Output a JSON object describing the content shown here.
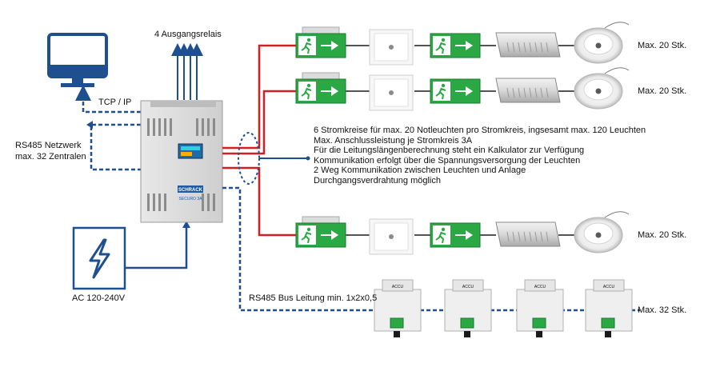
{
  "labels": {
    "relays": "4 Ausgangsrelais",
    "tcp": "TCP / IP",
    "rs485_line1": "RS485 Netzwerk",
    "rs485_line2": "max. 32 Zentralen",
    "power": "AC 120-240V",
    "bus": "RS485 Bus Leitung min. 1x2x0,5",
    "row1_max": "Max. 20 Stk.",
    "row2_max": "Max. 20 Stk.",
    "row3_max": "Max. 20 Stk.",
    "bus_max": "Max. 32 Stk."
  },
  "description": [
    "6 Stromkreise für max. 20 Notleuchten pro Stromkreis, ingsesamt max. 120 Leuchten",
    "Max. Anschlussleistung je Stromkreis 3A",
    "Für die Leitungslängenberechnung steht ein Kalkulator zur Verfügung",
    "Kommunikation erfolgt über die Spannungsversorgung der Leuchten",
    "2 Weg Kommunikation zwischen Leuchten und Anlage",
    "Durchgangsverdrahtung möglich"
  ],
  "device": {
    "brand": "SCHRACK",
    "model": "SECURO 3A"
  },
  "modules": [
    "ACCU",
    "ACCU",
    "ACCU",
    "ACCU"
  ],
  "colors": {
    "blue": "#1e4f8f",
    "red": "#d21f26",
    "green": "#2aa844",
    "dark": "#1b1b1b"
  }
}
